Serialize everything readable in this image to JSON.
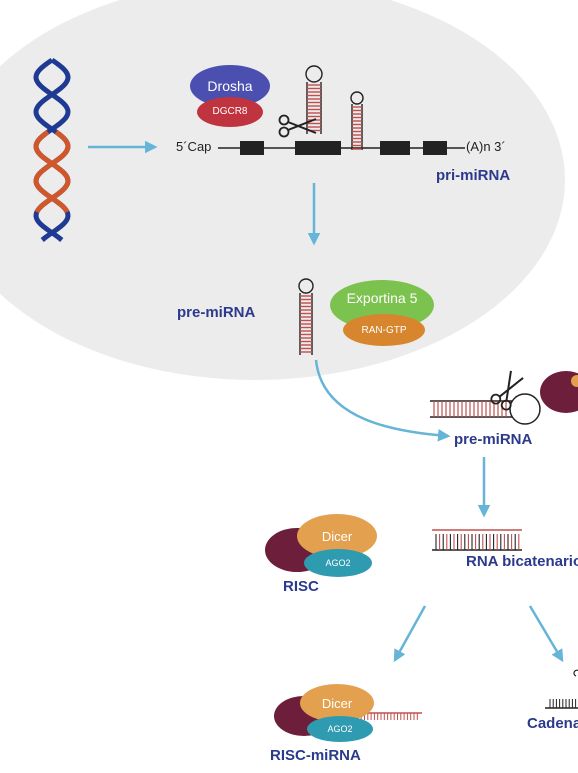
{
  "colors": {
    "nucleus": "#ececec",
    "arrow": "#67b4d9",
    "label_blue": "#2b3a8c",
    "drosha": "#4a4fb0",
    "dgcr8": "#c0343f",
    "exportin": "#7cc24e",
    "ran_gtp": "#d8862d",
    "dicer": "#e3a04f",
    "ago2": "#2f9bb0",
    "risc_partner": "#6d1e3a",
    "hairpin": "#c0504d",
    "gene_box": "#222222",
    "dna_blue": "#1f3a93",
    "dna_orange": "#d0572a"
  },
  "proteins": {
    "drosha": "Drosha",
    "dgcr8": "DGCR8",
    "exportin": "Exportina 5",
    "ran_gtp": "RAN-GTP",
    "dicer": "Dicer",
    "ago2": "AGO2",
    "dicer_2": "Dicer",
    "ago2_2": "AGO2"
  },
  "labels": {
    "cap": "5´Cap",
    "polya": "(A)n 3´",
    "pri_mirna": "pri-miRNA",
    "pre_mirna_nucleus": "pre-miRNA",
    "pre_mirna_cytoplasm": "pre-miRNA",
    "rna_duplex": "RNA bicatenario",
    "risc": "RISC",
    "risc_mirna": "RISC-miRNA",
    "strand": "Cadena"
  },
  "icons": [
    "dna-helix-icon",
    "scissors-icon",
    "hairpin-icon",
    "arrow-icon"
  ]
}
